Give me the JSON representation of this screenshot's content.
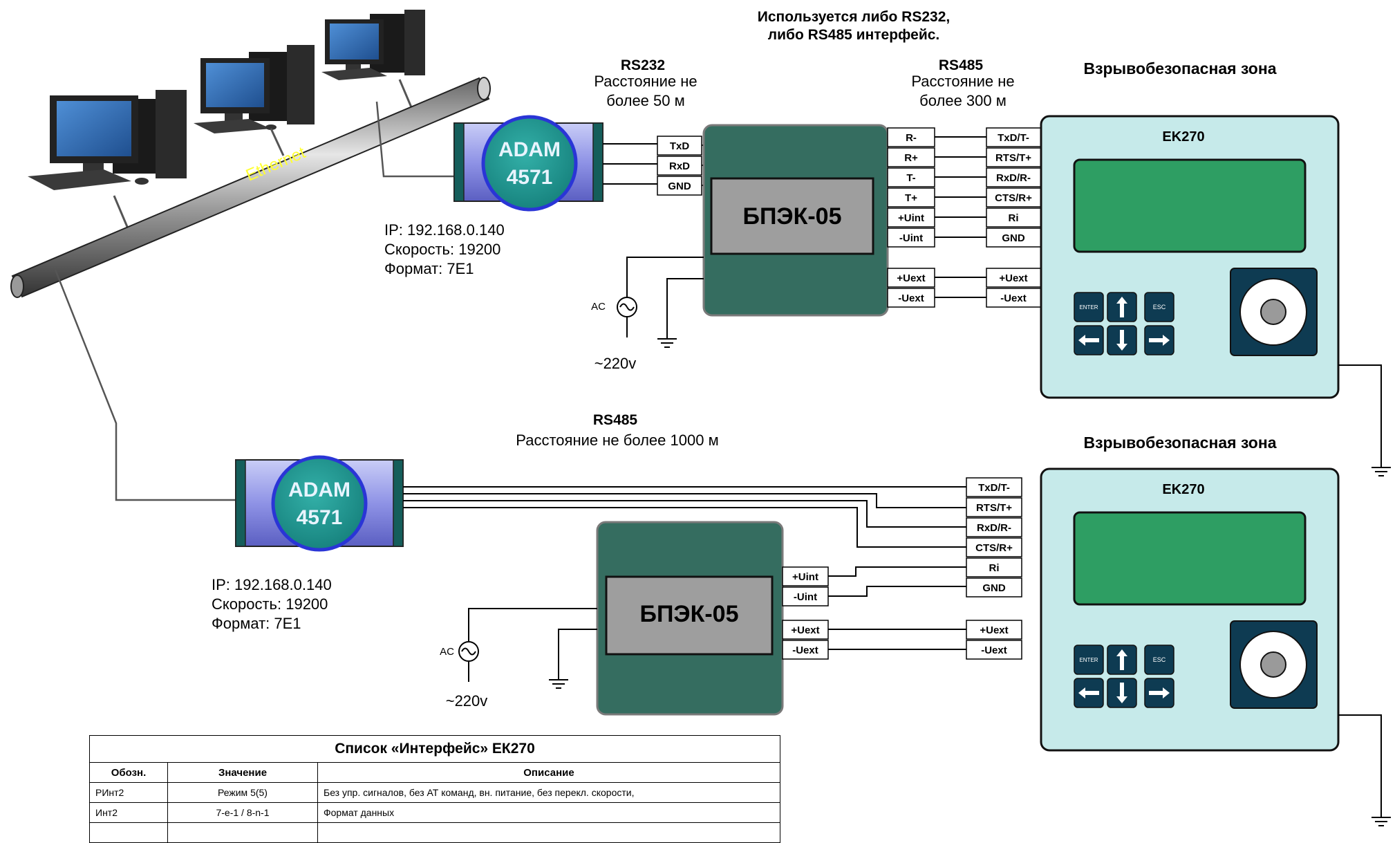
{
  "header": {
    "note_line1": "Используется либо RS232,",
    "note_line2": "либо RS485 интерфейс."
  },
  "network": {
    "ethernet_label": "Ethernet"
  },
  "upper": {
    "rs232": {
      "title": "RS232",
      "line1": "Расстояние не",
      "line2": "более 50 м"
    },
    "rs485": {
      "title": "RS485",
      "line1": "Расстояние не",
      "line2": "более 300 м"
    },
    "zone": "Взрывобезопасная зона",
    "adam": {
      "line1": "ADAM",
      "line2": "4571"
    },
    "adam_info": {
      "ip": "IP: 192.168.0.140",
      "speed": "Скорость: 19200",
      "format": "Формат: 7E1"
    },
    "adam_terms": [
      "TxD",
      "RxD",
      "GND"
    ],
    "bpek_label": "БПЭК-05",
    "bpek_left_terms": [
      "R-",
      "R+",
      "T-",
      "T+",
      "+Uint",
      "-Uint"
    ],
    "bpek_ext_terms": [
      "+Uext",
      "-Uext"
    ],
    "ek_terms": [
      "TxD/T-",
      "RTS/T+",
      "RxD/R-",
      "CTS/R+",
      "Ri",
      "GND"
    ],
    "ek_ext_terms": [
      "+Uext",
      "-Uext"
    ],
    "ac_label": "AC",
    "voltage": "~220v",
    "ek_title": "EK270"
  },
  "lower": {
    "rs485": {
      "title": "RS485",
      "line1": "Расстояние не более 1000 м"
    },
    "zone": "Взрывобезопасная зона",
    "adam": {
      "line1": "ADAM",
      "line2": "4571"
    },
    "adam_info": {
      "ip": "IP: 192.168.0.140",
      "speed": "Скорость: 19200",
      "format": "Формат: 7E1"
    },
    "bpek_label": "БПЭК-05",
    "bpek_terms": [
      "+Uint",
      "-Uint",
      "+Uext",
      "-Uext"
    ],
    "ek_terms": [
      "TxD/T-",
      "RTS/T+",
      "RxD/R-",
      "CTS/R+",
      "Ri",
      "GND"
    ],
    "ek_ext_terms": [
      "+Uext",
      "-Uext"
    ],
    "ac_label": "AC",
    "voltage": "~220v",
    "ek_title": "EK270"
  },
  "keys": {
    "enter": "ENTER",
    "esc": "ESC"
  },
  "table": {
    "title": "Список «Интерфейс» ЕК270",
    "headers": [
      "Обозн.",
      "Значение",
      "Описание"
    ],
    "rows": [
      [
        "РИнт2",
        "Режим 5(5)",
        "Без упр. сигналов, без АТ команд, вн. питание, без перекл. скорости,"
      ],
      [
        "Инт2",
        "7-e-1 / 8-n-1",
        "Формат данных"
      ]
    ]
  }
}
